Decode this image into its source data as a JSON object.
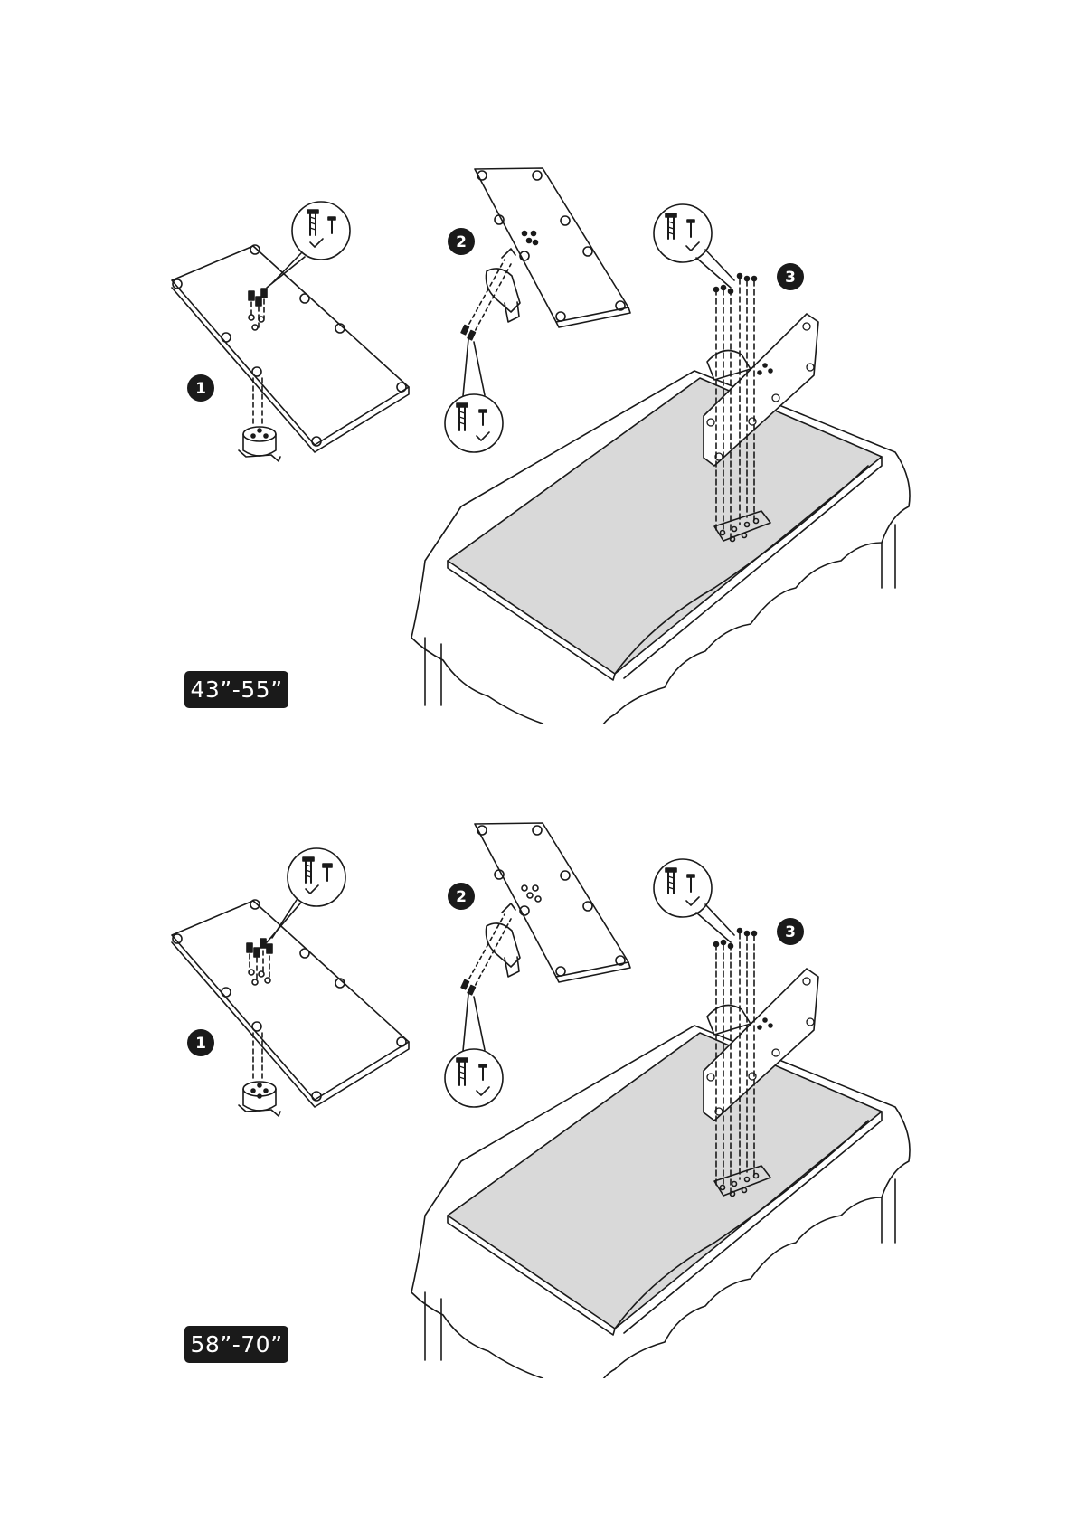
{
  "panels": [
    {
      "size_label": "43”-55”",
      "steps": [
        "1",
        "2",
        "3"
      ]
    },
    {
      "size_label": "58”-70”",
      "steps": [
        "1",
        "2",
        "3"
      ]
    }
  ],
  "colors": {
    "ink": "#1a1a1a",
    "screen": "#d9d9d9",
    "paper": "#ffffff"
  }
}
